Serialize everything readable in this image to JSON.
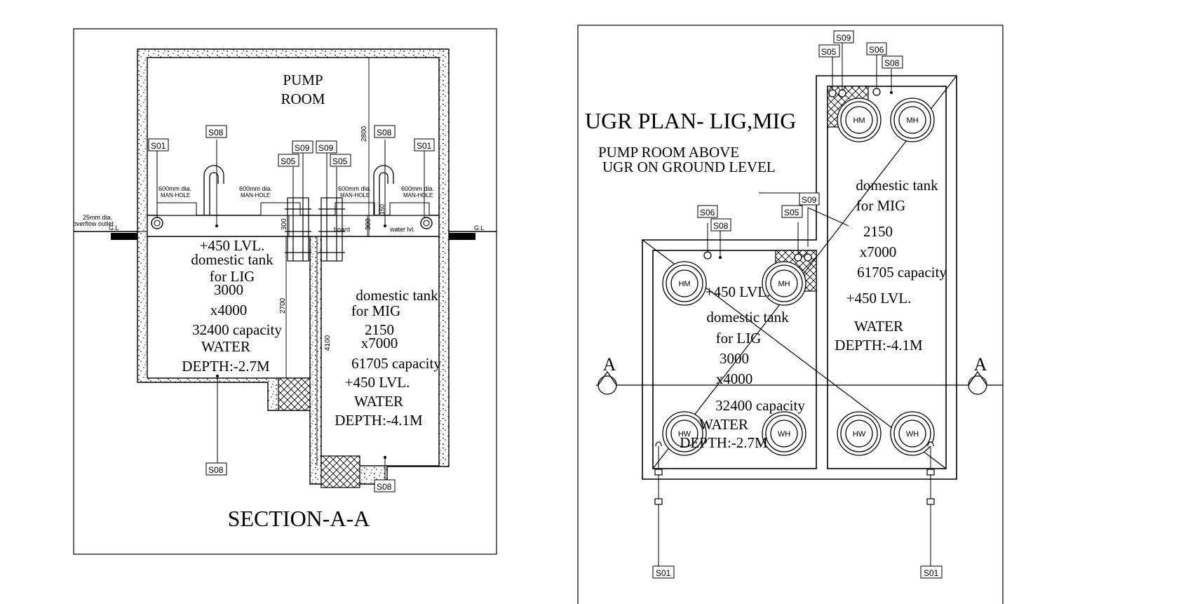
{
  "section": {
    "title": "SECTION-A-A",
    "pump_room_line1": "PUMP",
    "pump_room_line2": "ROOM",
    "manhole_size": "600mm dia.",
    "manhole_label": "MAN-HOLE",
    "overflow_size": "25mm dia.",
    "overflow_label": "overflow outlet",
    "gl": "G.L",
    "board": "board",
    "water_lvl": "water lvl.",
    "dim_2800": "2800",
    "dim_2700": "2700",
    "dim_4100": "4100",
    "dim_300a": "300",
    "dim_300b": "300",
    "dim_150": "150",
    "lig": {
      "lvl": "+450 LVL.",
      "l1": "domestic tank",
      "l2": "for LIG",
      "l3": "3000",
      "l4": "x4000",
      "l5": "32400 capacity",
      "l6": "WATER",
      "l7": "DEPTH:-2.7M"
    },
    "mig": {
      "l1": "domestic tank",
      "l2": "for MIG",
      "l3": "2150",
      "l4": "x7000",
      "l5": "61705 capacity",
      "lvl": "+450 LVL.",
      "l6": "WATER",
      "l7": "DEPTH:-4.1M"
    },
    "tags": {
      "s01": "S01",
      "s08": "S08",
      "s09": "S09",
      "s05": "S05"
    }
  },
  "plan": {
    "title": "UGR PLAN- LIG,MIG",
    "sub1": "PUMP ROOM ABOVE",
    "sub2": "UGR ON GROUND LEVEL",
    "section_marker": "A",
    "hm": "HM",
    "mh": "MH",
    "hw": "HW",
    "wh": "WH",
    "lig": {
      "lvl": "+450 LVL.",
      "l1": "domestic tank",
      "l2": "for LIG",
      "l3": "3000",
      "l4": "x4000",
      "l5": "32400 capacity",
      "l6": "WATER",
      "l7": "DEPTH:-2.7M"
    },
    "mig": {
      "l1": "domestic tank",
      "l2": "for MIG",
      "l3": "2150",
      "l4": "x7000",
      "l5": "61705 capacity",
      "lvl": "+450 LVL.",
      "l6": "WATER",
      "l7": "DEPTH:-4.1M"
    },
    "tags": {
      "s01": "S01",
      "s05": "S05",
      "s06": "S06",
      "s08": "S08",
      "s09": "S09"
    }
  }
}
